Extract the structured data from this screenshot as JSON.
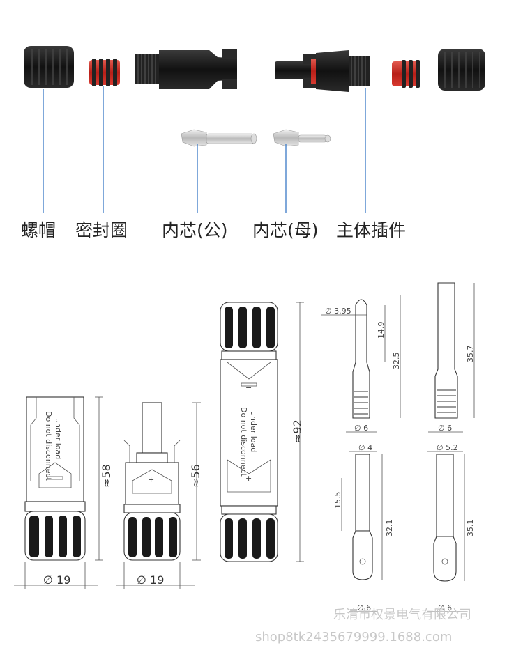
{
  "labels": {
    "nut": "螺帽",
    "seal": "密封圈",
    "core_male": "内芯(公)",
    "core_female": "内芯(母)",
    "housing": "主体插件"
  },
  "dimensions": {
    "male_conn_len": "≈58",
    "male_conn_dia": "∅ 19",
    "female_conn_len": "≈56",
    "female_conn_dia": "∅ 19",
    "assembled_len": "≈92",
    "pin_a_tip_dia": "∅ 3.95",
    "pin_a_tip_len": "14.9",
    "pin_a_len": "32.5",
    "pin_a_base_dia": "∅ 6",
    "pin_b_len": "35.7",
    "pin_b_base_dia": "∅ 6",
    "pin_c_top_dia": "∅ 4",
    "pin_c_sect": "15.5",
    "pin_c_len": "32.1",
    "pin_c_base_dia": "∅ 6",
    "pin_d_top_dia": "∅ 5.2",
    "pin_d_len": "35.1",
    "pin_d_base_dia": "∅ 6"
  },
  "housing_text": {
    "warning_1": "Do not disconnect",
    "warning_2": "under load",
    "minus": "−",
    "plus": "+"
  },
  "watermark": {
    "company": "乐清市权景电气有限公司",
    "shop": "shop8tk2435679999.1688.com"
  },
  "colors": {
    "part_black": "#1f1f1f",
    "seal_red": "#d8322a",
    "pin_silver": "#c9c9c9",
    "leader_blue": "#2a6fc2"
  }
}
